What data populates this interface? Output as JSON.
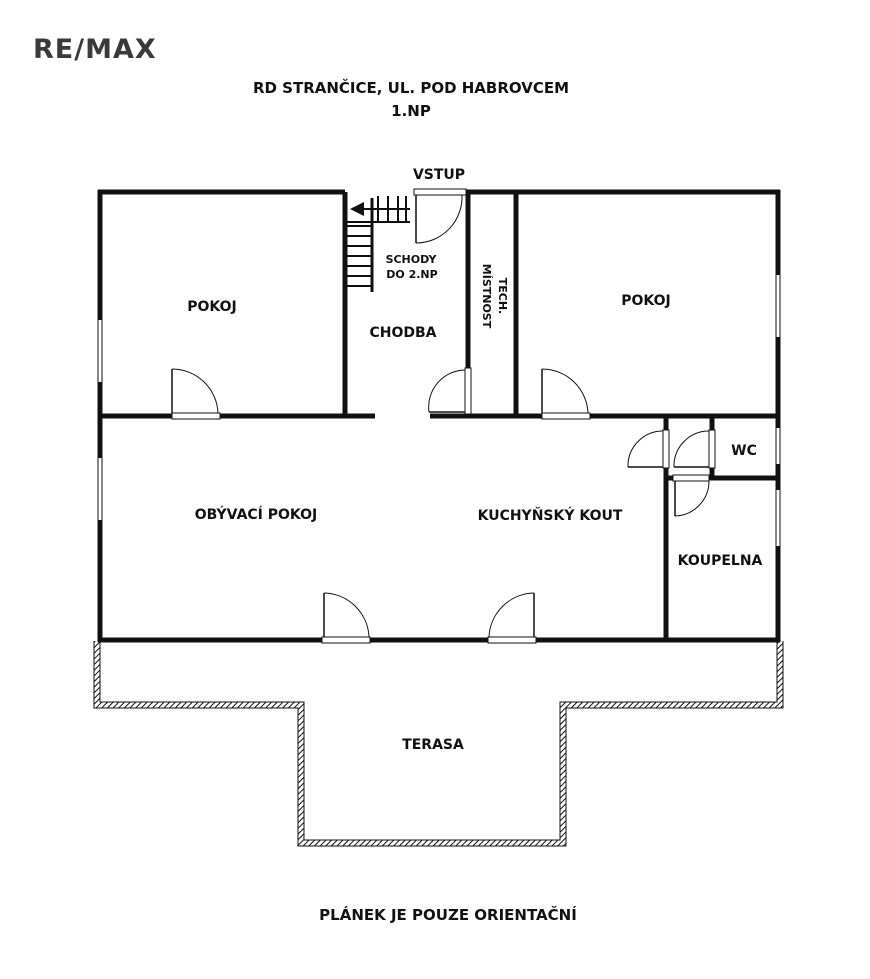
{
  "brand": {
    "logo_text": "RE/MAX"
  },
  "header": {
    "title": "RD STRANČICE, UL. POD HABROVCEM",
    "floor": "1.NP"
  },
  "rooms": {
    "entrance": "VSTUP",
    "room_left": "POKOJ",
    "stairs_line1": "SCHODY",
    "stairs_line2": "DO 2.NP",
    "hallway": "CHODBA",
    "tech_line1": "TECH.",
    "tech_line2": "MÍSTNOST",
    "room_right": "POKOJ",
    "wc": "WC",
    "living_room": "OBÝVACÍ POKOJ",
    "kitchen": "KUCHYŇSKÝ KOUT",
    "bathroom": "KOUPELNA",
    "terrace": "TERASA"
  },
  "footer": {
    "note": "PLÁNEK JE POUZE ORIENTAČNÍ"
  },
  "colors": {
    "wall": "#111111",
    "logo": "#3a3a3a",
    "background": "#ffffff"
  }
}
